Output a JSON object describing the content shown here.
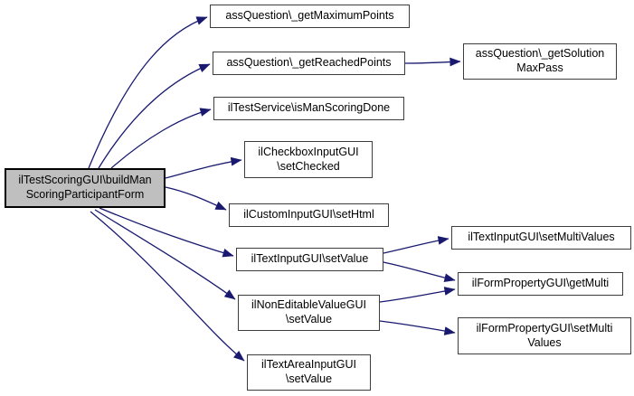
{
  "diagram": {
    "type": "call-graph",
    "colors": {
      "edge": "#191970",
      "node_border": "#3d3d3d",
      "node_fill": "#ffffff",
      "root_fill": "#bfbfbf",
      "root_border": "#000000",
      "background": "#ffffff"
    },
    "nodes": [
      {
        "id": "root",
        "label": "ilTestScoringGUI\\buildMan\nScoringParticipantForm"
      },
      {
        "id": "getMaximumPoints",
        "label": "assQuestion\\_getMaximumPoints"
      },
      {
        "id": "getReachedPoints",
        "label": "assQuestion\\_getReachedPoints"
      },
      {
        "id": "isManScoringDone",
        "label": "ilTestService\\isManScoringDone"
      },
      {
        "id": "setChecked",
        "label": "ilCheckboxInputGUI\n\\setChecked"
      },
      {
        "id": "setHtml",
        "label": "ilCustomInputGUI\\setHtml"
      },
      {
        "id": "textSetValue",
        "label": "ilTextInputGUI\\setValue"
      },
      {
        "id": "nonEditableSetValue",
        "label": "ilNonEditableValueGUI\n\\setValue"
      },
      {
        "id": "textAreaSetValue",
        "label": "ilTextAreaInputGUI\n\\setValue"
      },
      {
        "id": "getSolutionMaxPass",
        "label": "assQuestion\\_getSolution\nMaxPass"
      },
      {
        "id": "setMultiValues",
        "label": "ilTextInputGUI\\setMultiValues"
      },
      {
        "id": "getMulti",
        "label": "ilFormPropertyGUI\\getMulti"
      },
      {
        "id": "formSetMultiValues",
        "label": "ilFormPropertyGUI\\setMulti\nValues"
      }
    ],
    "edges": [
      {
        "from": "root",
        "to": "getMaximumPoints"
      },
      {
        "from": "root",
        "to": "getReachedPoints"
      },
      {
        "from": "root",
        "to": "isManScoringDone"
      },
      {
        "from": "root",
        "to": "setChecked"
      },
      {
        "from": "root",
        "to": "setHtml"
      },
      {
        "from": "root",
        "to": "textSetValue"
      },
      {
        "from": "root",
        "to": "nonEditableSetValue"
      },
      {
        "from": "root",
        "to": "textAreaSetValue"
      },
      {
        "from": "getReachedPoints",
        "to": "getSolutionMaxPass"
      },
      {
        "from": "textSetValue",
        "to": "setMultiValues"
      },
      {
        "from": "textSetValue",
        "to": "getMulti"
      },
      {
        "from": "nonEditableSetValue",
        "to": "getMulti"
      },
      {
        "from": "nonEditableSetValue",
        "to": "formSetMultiValues"
      }
    ]
  }
}
